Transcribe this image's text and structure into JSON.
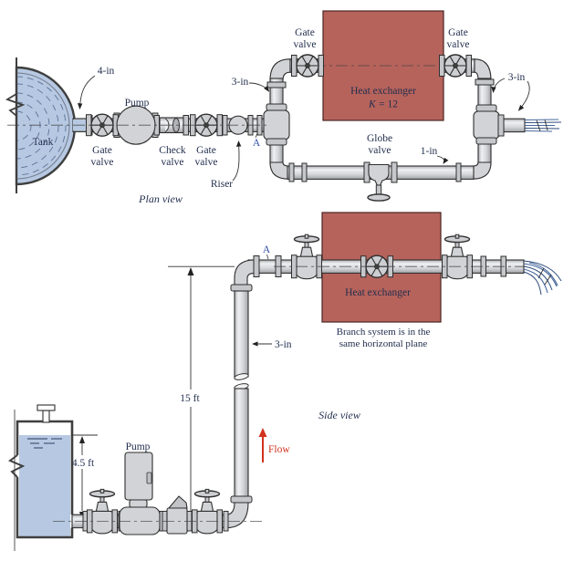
{
  "colors": {
    "pipe_stroke": "#2f2f2f",
    "pipe_fill": "#d2d3d6",
    "flange_fill": "#c6c7cb",
    "wheel_fill": "#cdced2",
    "water": "#b7c9e2",
    "water_line": "#64799e",
    "heat_exchanger_fill": "#b6635c",
    "heat_exchanger_stroke": "#4a2523",
    "ink": "#232f4e",
    "point_marker_blue": "#3752a8",
    "flow_red": "#d2321e",
    "discharge_blue": "#47679c",
    "line_dark": "#333333"
  },
  "plan": {
    "caption": "Plan view",
    "tank_label": "Tank",
    "labels": {
      "suction_size": "4-in",
      "pump": "Pump",
      "gate": "Gate",
      "valve": "valve",
      "check": "Check",
      "riser": "Riser",
      "point_a": "A",
      "branch_size": "3-in",
      "bypass_size": "1-in",
      "globe": "Globe",
      "heat_exchanger": "Heat exchanger",
      "k_symbol": "K",
      "k_value": "= 12"
    }
  },
  "side": {
    "caption": "Side view",
    "labels": {
      "pump": "Pump",
      "heat_exchanger": "Heat exchanger",
      "branch_note_line1": "Branch system is in the",
      "branch_note_line2": "same horizontal plane",
      "riser_size": "3-in",
      "flow": "Flow",
      "point_a": "A",
      "riser_height": "15 ft",
      "suction_depth": "4.5 ft"
    }
  }
}
